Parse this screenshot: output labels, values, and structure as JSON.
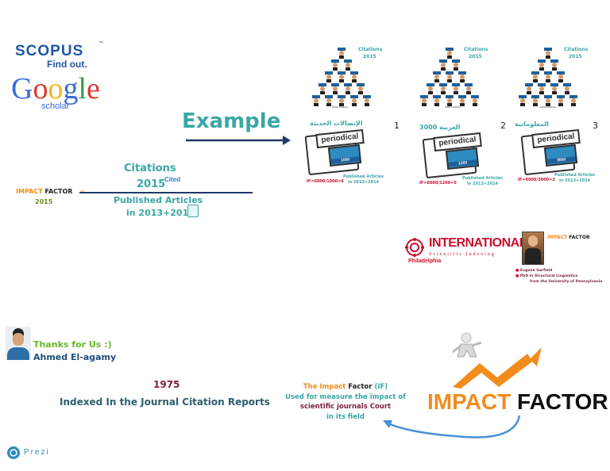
{
  "logos": {
    "scopus_text": "SCOPUS",
    "scopus_tm": "™",
    "scopus_tagline": "Find out.",
    "google_letters": [
      "G",
      "o",
      "o",
      "g",
      "l",
      "e"
    ],
    "google_colors": [
      "#3b6bd9",
      "#d93b2f",
      "#f2b51d",
      "#3b6bd9",
      "#2f9e44",
      "#d93b2f"
    ],
    "google_scholar": "scholar"
  },
  "formula": {
    "label_impact": "IMPACT",
    "label_factor": "FACTOR",
    "equals": "=",
    "year": "2015",
    "numerator_title": "Citations",
    "numerator_year": "2015",
    "cited_label": "Cited",
    "denominator_title": "Published Articles",
    "denominator_years": "in 2013+2014"
  },
  "example": {
    "title": "Example",
    "panels": [
      {
        "number": "1",
        "citations_label": "Citations",
        "citations_year": "2015",
        "citations_count": "6000 Citation",
        "journal_name": "الإتصالات الحديثة",
        "newspaper_title": "periodical",
        "articles_count": "1000",
        "formula": "IF=6000/1000=6",
        "published_label": "Published Articles",
        "published_years": "in 2013+2014"
      },
      {
        "number": "2",
        "citations_label": "Citations",
        "citations_year": "2015",
        "citations_count": "6000 Citation",
        "journal_prefix": "3000",
        "journal_name": "العربية",
        "newspaper_title": "periodical",
        "articles_count": "1200",
        "formula": "IF=6000/1200=5",
        "published_label": "Published Articles",
        "published_years": "in 2013+2014"
      },
      {
        "number": "3",
        "citations_label": "Citations",
        "citations_year": "2015",
        "citations_count": "6000 Citation",
        "journal_name": "المعلوماتية",
        "newspaper_title": "periodical",
        "articles_count": "3000",
        "formula": "IF=6000/3000=2",
        "published_label": "Published Articles",
        "published_years": "in 2013+2014"
      }
    ]
  },
  "isi": {
    "name": "INTERNATIONAL",
    "subtitle": "Scientific Indexing",
    "city": "Philadelphia"
  },
  "garfield": {
    "impact": "IMPACT",
    "factor": "FACTOR",
    "name_bullet": "Eugene Garfield",
    "degree_line1": "PhD in Structural Linguistics",
    "degree_line2": "from the University of Pennsylvania"
  },
  "author": {
    "thanks": "Thanks for Us :)",
    "name": "Ahmed El-agamy"
  },
  "history": {
    "year": "1975",
    "text": "Indexed In the Journal Citation Reports"
  },
  "definition": {
    "part1": "The Impact",
    "part2": "Factor",
    "part3": "(IF)",
    "line2": "Used for measure the impact of",
    "line3": "scientific journals Court",
    "line4": "in its field"
  },
  "big_title": {
    "impact": "IMPACT",
    "factor": "FACTOR"
  },
  "footer": {
    "prezi": "Prezi"
  },
  "colors": {
    "teal": "#3aa6a6",
    "orange": "#f28c1c",
    "navy": "#1f4e79",
    "maroon": "#7a1f3b",
    "olive": "#6c8a1e",
    "green": "#6bb82b",
    "isi_red": "#c8102e",
    "prezi_blue": "#2e8bc0"
  }
}
